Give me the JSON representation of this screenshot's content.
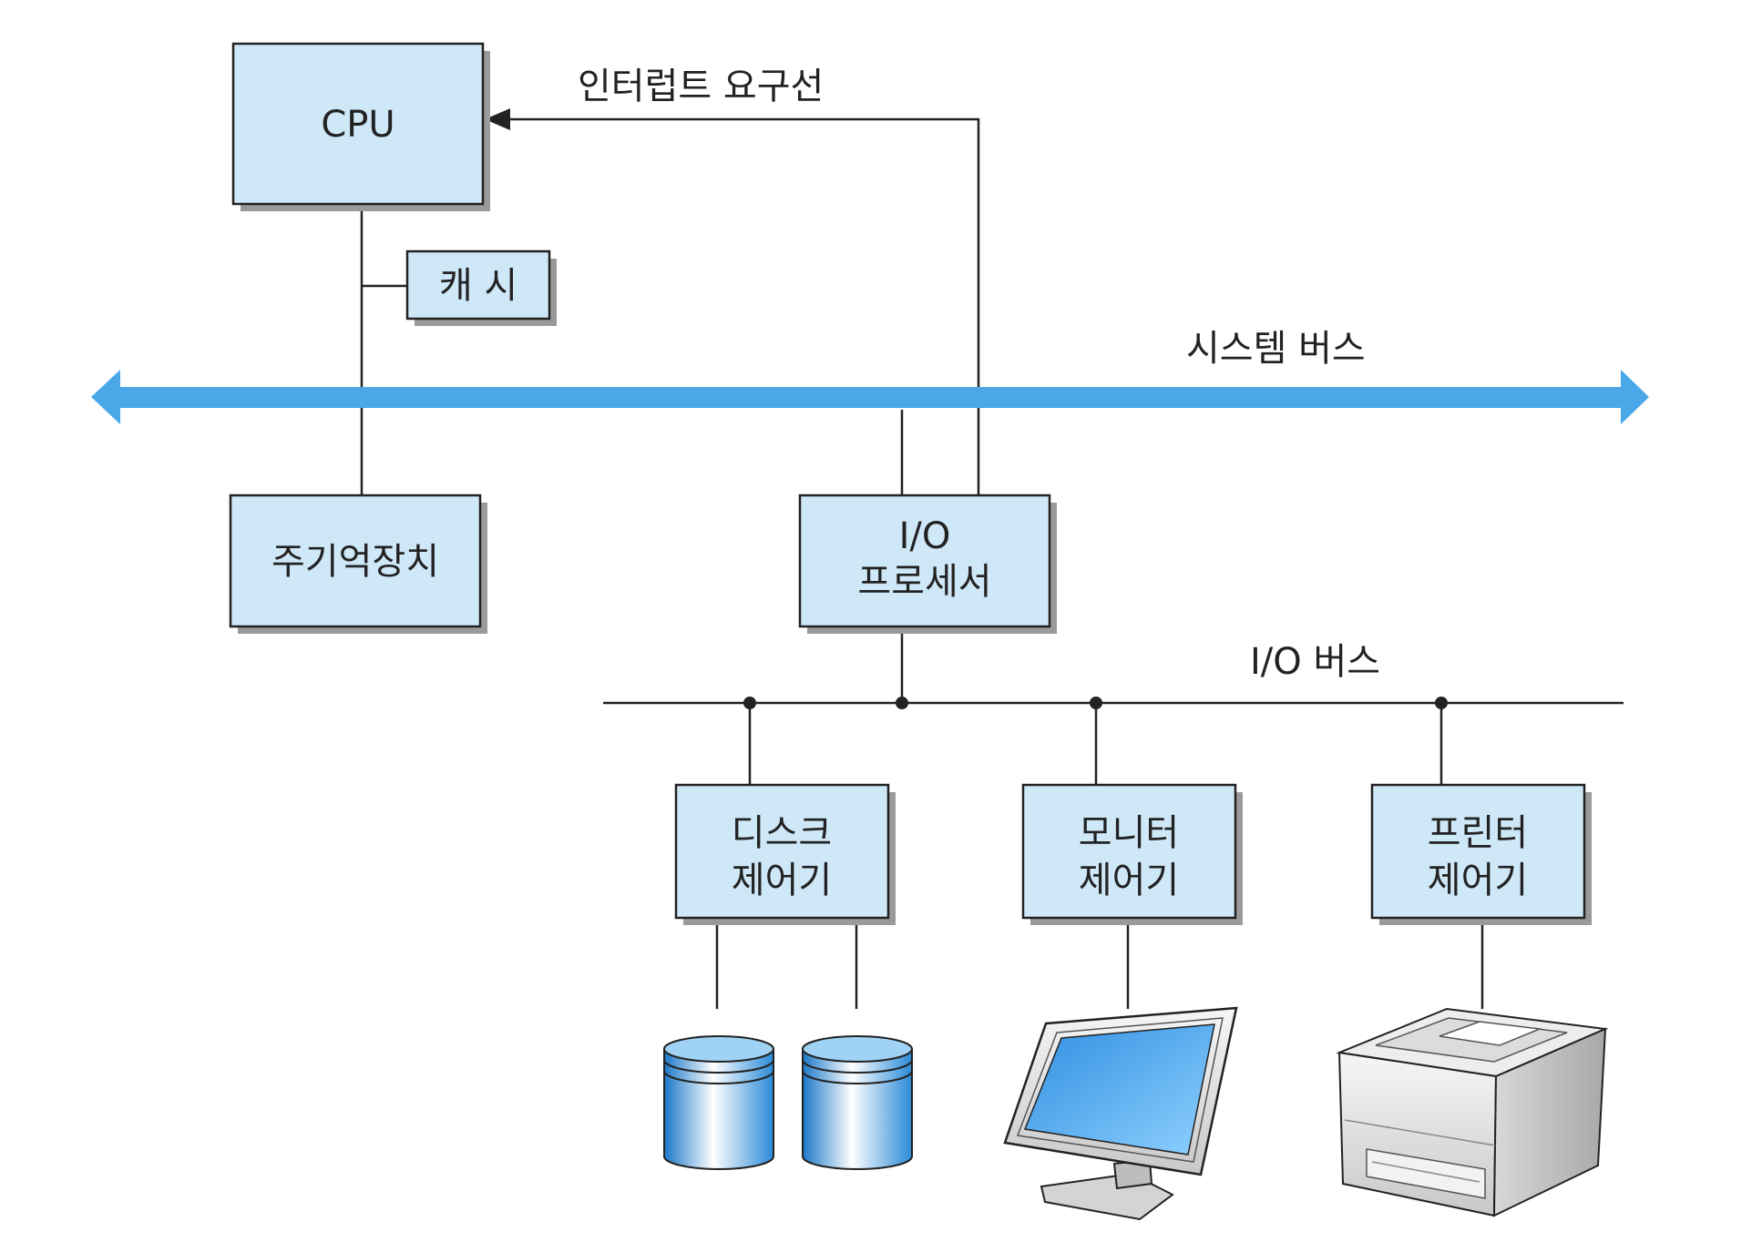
{
  "colors": {
    "box_fill": "#cfe8f8",
    "box_stroke": "#222222",
    "shadow": "#9a9a9a",
    "system_bus": "#4aa8e8",
    "line": "#222222"
  },
  "boxes": {
    "cpu": [
      "CPU"
    ],
    "cache": [
      "캐 시"
    ],
    "main_memory": [
      "주기억장치"
    ],
    "io_processor": [
      "I/O",
      "프로세서"
    ],
    "disk_controller": [
      "디스크",
      "제어기"
    ],
    "monitor_controller": [
      "모니터",
      "제어기"
    ],
    "printer_controller": [
      "프린터",
      "제어기"
    ]
  },
  "labels": {
    "interrupt_line": "인터럽트 요구선",
    "system_bus": "시스템 버스",
    "io_bus": "I/O 버스"
  },
  "icons": {
    "disk_1": "disk-drive-icon",
    "disk_2": "disk-drive-icon",
    "monitor": "monitor-icon",
    "printer": "printer-icon"
  }
}
